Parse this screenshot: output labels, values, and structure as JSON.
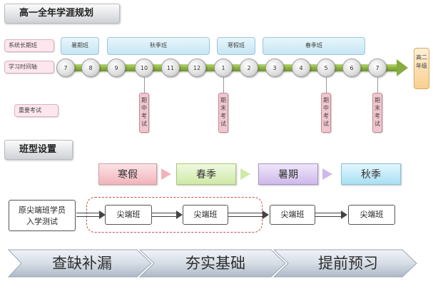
{
  "header": {
    "title": "高一全年学涯规划"
  },
  "rows": {
    "system_label": "系统长期班",
    "time_label": "学习时间轴",
    "exam_label": "重要考试"
  },
  "periods": [
    {
      "label": "暑期班"
    },
    {
      "label": "秋季班"
    },
    {
      "label": "寒假班"
    },
    {
      "label": "春季班"
    }
  ],
  "months": [
    "7",
    "8",
    "9",
    "10",
    "11",
    "12",
    "1",
    "2",
    "3",
    "4",
    "5",
    "6",
    "7"
  ],
  "exams": [
    {
      "label": "期中考试"
    },
    {
      "label": "期末考试"
    },
    {
      "label": "期中考试"
    },
    {
      "label": "期末考试"
    }
  ],
  "next_grade": "高二年级",
  "class_section": {
    "title": "班型设置"
  },
  "seasons": [
    "寒假",
    "春季",
    "暑期",
    "秋季"
  ],
  "flow": {
    "start": "原尖端班学员入学测试",
    "class_label": "尖端班"
  },
  "stages": [
    "查缺补漏",
    "夯实基础",
    "提前预习"
  ],
  "colors": {
    "timeline_green": "#86ad3d",
    "exam_pink": "#f2c6cf",
    "period_blue": "#c5e5f3",
    "dashed_red": "#c0504d"
  }
}
